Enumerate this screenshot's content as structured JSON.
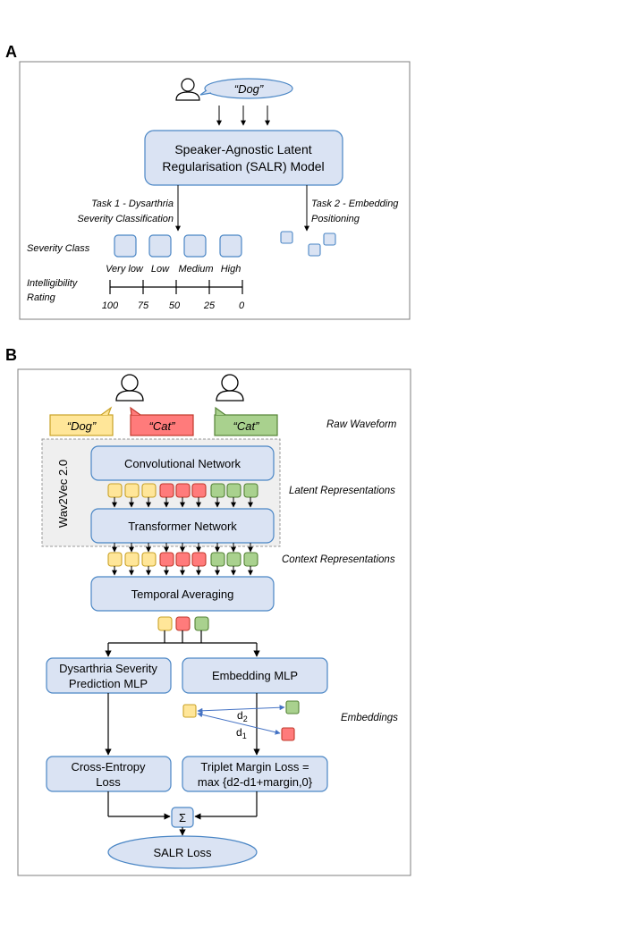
{
  "panel_a": {
    "label": "A",
    "speech_word": "“Dog”",
    "model_line1": "Speaker-Agnostic Latent",
    "model_line2": "Regularisation (SALR) Model",
    "task1_line1": "Task 1 - Dysarthria",
    "task1_line2": "Severity Classification",
    "task2_line1": "Task 2 - Embedding",
    "task2_line2": "Positioning",
    "severity_label": "Severity Class",
    "classes": [
      "Very low",
      "Low",
      "Medium",
      "High"
    ],
    "intelligibility_line1": "Intelligibility",
    "intelligibility_line2": "Rating",
    "ratings": [
      "100",
      "75",
      "50",
      "25",
      "0"
    ]
  },
  "panel_b": {
    "label": "B",
    "words": [
      "“Dog”",
      "“Cat”",
      "“Cat”"
    ],
    "raw_waveform": "Raw Waveform",
    "wav2vec": "Wav2Vec 2.0",
    "conv_net": "Convolutional Network",
    "latent_repr": "Latent Representations",
    "transformer": "Transformer Network",
    "context_repr": "Context Representations",
    "temporal_avg": "Temporal Averaging",
    "dys_line1": "Dysarthria Severity",
    "dys_line2": "Prediction MLP",
    "embedding_mlp": "Embedding MLP",
    "embeddings": "Embeddings",
    "d2_base": "d",
    "d2_sub": "2",
    "d1_base": "d",
    "d1_sub": "1",
    "ce_line1": "Cross-Entropy",
    "ce_line2": "Loss",
    "triplet_line1": "Triplet Margin Loss =",
    "triplet_line2": "max {d2-d1+margin,0}",
    "sum_symbol": "Σ",
    "salr_loss": "SALR Loss"
  },
  "colors": {
    "box_fill": "#dae3f3",
    "box_stroke": "#4a86c5",
    "yellow_fill": "#ffe699",
    "yellow_stroke": "#c9a227",
    "red_fill": "#ff7b7b",
    "red_stroke": "#c0392b",
    "green_fill": "#a9d18e",
    "green_stroke": "#548235",
    "wav2vec_fill": "#efefef"
  }
}
